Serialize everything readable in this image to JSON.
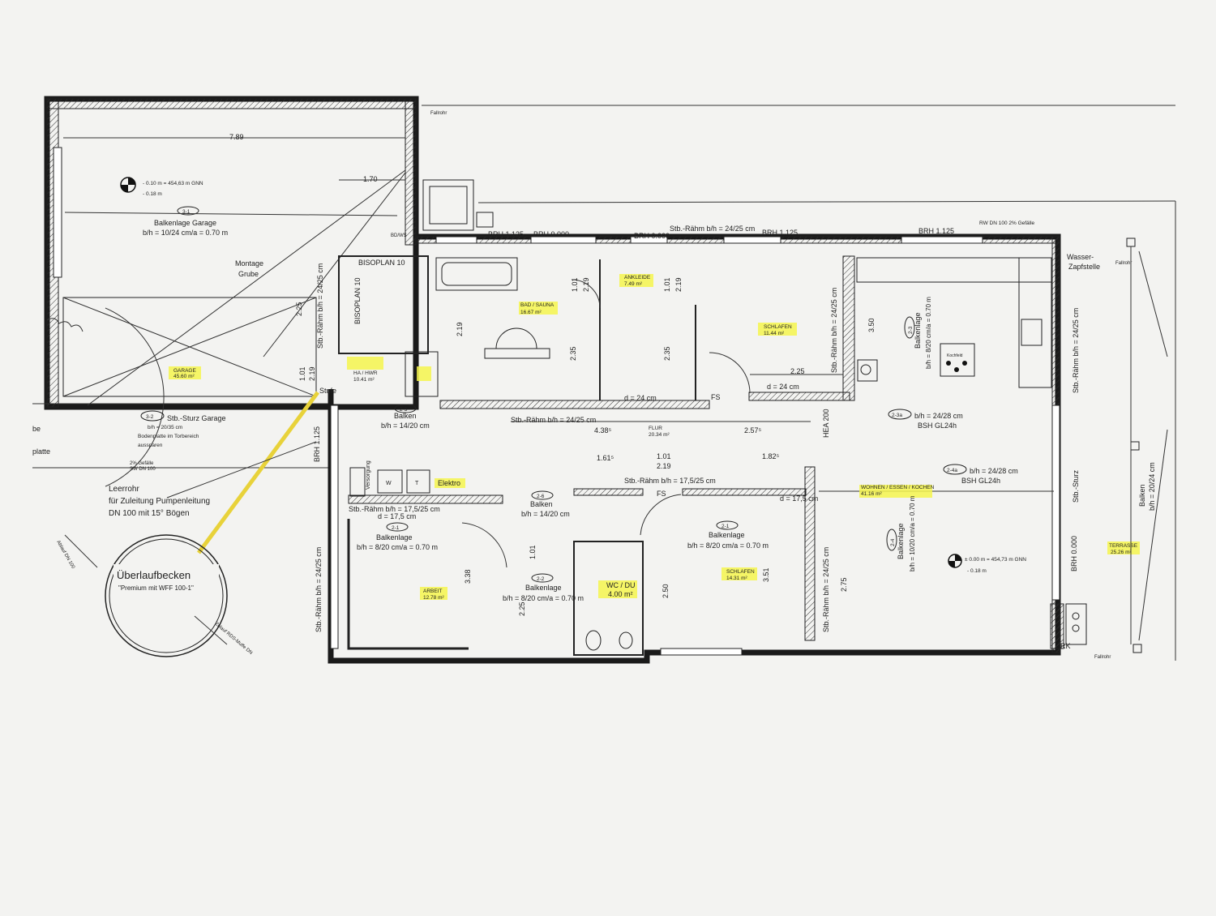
{
  "rooms": {
    "garage": {
      "name": "GARAGE",
      "area": "45.60 m²"
    },
    "ha_hwr": {
      "name": "HA / HWR",
      "area": "10.41 m²"
    },
    "bad_sauna": {
      "name": "BAD / SAUNA",
      "area": "16.67 m²"
    },
    "ankleide": {
      "name": "ANKLEIDE",
      "area": "7.49 m²"
    },
    "schlafen1": {
      "name": "SCHLAFEN",
      "area": "11.44 m²"
    },
    "flur": {
      "name": "FLUR",
      "area": "20.34 m²"
    },
    "wohnen": {
      "name": "WOHNEN / ESSEN / KOCHEN",
      "area": "41.16 m²"
    },
    "schlafen2": {
      "name": "SCHLAFEN",
      "area": "14.31 m²"
    },
    "arbeit": {
      "name": "ARBEIT",
      "area": "12.78 m²"
    },
    "wc_du": {
      "name": "WC / DU",
      "area": "4.00 m²"
    },
    "terrasse": {
      "name": "TERRASSE",
      "area": "25.26 m²"
    }
  },
  "labels": {
    "garage_width": "7.89",
    "garage_level1": "- 0.10 m = 454,63 m GNN",
    "garage_level2": "- 0.18 m",
    "balkenlage_garage_tag": "3-1",
    "balkenlage_garage": "Balkenlage Garage",
    "balkenlage_garage_size": "b/h = 10/24 cm/a = 0.70 m",
    "montage_grube": "Montage\nGrube",
    "sturz_garage_tag": "3-2",
    "sturz_garage": "Stb.-Sturz Garage",
    "sturz_garage_size": "b/h = 20/35 cm",
    "bodenplatte1": "Bodenplatte im Torbereich",
    "bodenplatte2": "aussparen",
    "gefaelle_sw": "2% Gefälle",
    "sw_dn": "SW DN 100",
    "leerrohr1": "Leerrohr",
    "leerrohr2": "für Zuleitung Pumpenleitung",
    "leerrohr3": "DN 100 mit 15° Bögen",
    "ueberlauf": "Überlaufbecken",
    "ueberlauf_sub": "\"Premium mit WFF 100-1\"",
    "ablauf": "Ablauf DN 100",
    "zulauf": "Zulauf RDS-Muffe DN",
    "bisoplan1": "BISOPLAN 10",
    "bisoplan2": "BISOPLAN 10",
    "brh_1125_a": "BRH 1.125",
    "brh_0000_a": "BRH 0.000",
    "brh_0000_b": "BRH 0.000",
    "brh_1125_b": "BRH 1.125",
    "brh_1125_c": "BRH 1.125",
    "rahm_top": "Stb.-Rähm b/h = 24/25 cm",
    "rw_dn": "RW DN 100 2% Gefälle",
    "wasser": "Wasser-\nZapfstelle",
    "fallrohr": "Fallrohr",
    "dim_170": "1.70",
    "dim_101": "1.01",
    "dim_219": "2.19",
    "dim_235": "2.35",
    "dim_225": "2.25",
    "dim_438": "4.38⁵",
    "dim_257": "2.57⁵",
    "dim_161": "1.61⁵",
    "dim_182": "1.82⁵",
    "dim_351": "3.51",
    "dim_275": "2.75",
    "dim_250": "2.50",
    "dim_338": "3.38",
    "dim_350": "3.50",
    "d24_a": "d = 24 cm",
    "d24_b": "d = 24 cm",
    "d175": "d = 17,5 cm",
    "balken_25": "2-5",
    "balken_25_label": "Balken",
    "balken_25_size": "b/h = 14/20 cm",
    "balken_26": "2-6",
    "balken_26_label": "Balken",
    "balken_26_size": "b/h = 14/20 cm",
    "balken_21a": "2-1",
    "balkenlage_a": "Balkenlage",
    "balkenlage_a_size": "b/h = 8/20 cm/a = 0.70 m",
    "balken_21b": "2-1",
    "balkenlage_b": "Balkenlage",
    "balkenlage_b_size": "b/h = 8/20 cm/a = 0.70 m",
    "balken_22": "2-2",
    "balkenlage_c": "Balkenlage",
    "balkenlage_c_size": "b/h = 8/20 cm/a = 0.70 m",
    "balken_24": "2-4",
    "balkenlage_d": "Balkenlage",
    "balkenlage_d_size": "b/h = 10/20 cm/a = 0.70 m",
    "balken_23": "2-3",
    "balkenlage_e": "Balkenlage",
    "balkenlage_e_size": "b/h = 8/20 cm/a = 0.70 m",
    "rahm_2_3a": "2-3a",
    "rahm_2_3a_size": "b/h = 24/28 cm",
    "bsh_1": "BSH GL24h",
    "rahm_2_4a": "2-4a",
    "rahm_2_4a_size": "b/h = 24/28 cm",
    "bsh_2": "BSH GL24h",
    "rahm_mid": "Stb.-Rähm b/h = 24/25 cm",
    "rahm_175": "Stb.-Rähm b/h = 17,5/25 cm",
    "rahm_175_d": "d = 17,5 cm",
    "rahm_175b": "Stb.-Rähm b/h = 17,5/25 cm",
    "rahm_left_v": "Stb.-Rähm b/h = 24/25 cm",
    "rahm_right_v": "Stb.-Rähm b/h = 24/25 cm",
    "sturz_right": "Stb.-Sturz",
    "balken_right": "Balken",
    "balken_right_size": "b/h = 20/24 cm",
    "level_living1": "± 0.00 m = 454,73 m GNN",
    "level_living2": "- 0.18 m",
    "elektro": "Elektro",
    "versorgung": "Versorgung",
    "stufe": "Stufe",
    "heia": "HEA 200",
    "fs": "FS",
    "rk": "RK",
    "kochfeld": "Kochfeld"
  },
  "colors": {
    "highlight": "#f5f44e",
    "wall": "#1a1a1a",
    "paper": "#f3f3f1",
    "leerrohr": "#e8d23a"
  }
}
